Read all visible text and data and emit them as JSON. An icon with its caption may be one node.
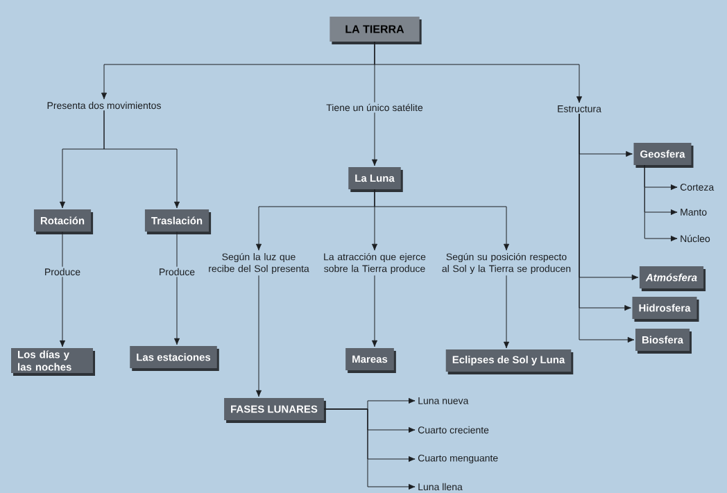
{
  "diagram": {
    "nodes": [
      {
        "text": [
          "LA TIERRA"
        ]
      },
      {
        "text": [
          "Presenta dos movimientos"
        ]
      },
      {
        "text": [
          "Tiene un único satélite"
        ]
      },
      {
        "text": [
          "Estructura"
        ]
      },
      {
        "text": [
          "La Luna"
        ]
      },
      {
        "text": [
          "Rotación"
        ]
      },
      {
        "text": [
          "Traslación"
        ]
      },
      {
        "text": [
          "Según la luz que recibe del Sol presenta"
        ]
      },
      {
        "text": [
          "La atracción que ejerce sobre la Tierra produce"
        ]
      },
      {
        "text": [
          "Según su posición respecto al Sol y la Tierra se producen"
        ]
      },
      {
        "text": [
          "Geosfera"
        ]
      },
      {
        "text": [
          "Corteza"
        ]
      },
      {
        "text": [
          "Manto"
        ]
      },
      {
        "text": [
          "Núcleo"
        ]
      },
      {
        "text": [
          "Atmósfera"
        ]
      },
      {
        "text": [
          "Hidrosfera"
        ]
      },
      {
        "text": [
          "Biosfera"
        ]
      },
      {
        "text": [
          "Produce"
        ]
      },
      {
        "text": [
          "Produce"
        ]
      },
      {
        "text": [
          "Los días y las noches"
        ]
      },
      {
        "text": [
          "Las estaciones"
        ]
      },
      {
        "text": [
          "Mareas"
        ]
      },
      {
        "text": [
          "Eclipses de Sol y Luna"
        ]
      },
      {
        "text": [
          "FASES LUNARES"
        ]
      },
      {
        "text": [
          "Luna nueva"
        ]
      },
      {
        "text": [
          "Cuarto creciente"
        ]
      },
      {
        "text": [
          "Cuarto menguante"
        ]
      },
      {
        "text": [
          "Luna llena"
        ]
      }
    ],
    "edges": [
      {
        "from": 0,
        "to": 1,
        "arrow": "to"
      },
      {
        "from": 0,
        "to": 2,
        "arrow": "none"
      },
      {
        "from": 0,
        "to": 3,
        "arrow": "to"
      },
      {
        "from": 1,
        "to": 5,
        "arrow": "to"
      },
      {
        "from": 1,
        "to": 6,
        "arrow": "to"
      },
      {
        "from": 2,
        "to": 4,
        "arrow": "to"
      },
      {
        "from": 4,
        "to": 7,
        "arrow": "to"
      },
      {
        "from": 4,
        "to": 8,
        "arrow": "to"
      },
      {
        "from": 4,
        "to": 9,
        "arrow": "to"
      },
      {
        "from": 3,
        "to": 10,
        "arrow": "to"
      },
      {
        "from": 3,
        "to": 14,
        "arrow": "to"
      },
      {
        "from": 3,
        "to": 15,
        "arrow": "to"
      },
      {
        "from": 3,
        "to": 16,
        "arrow": "to"
      },
      {
        "from": 10,
        "to": 11,
        "arrow": "to"
      },
      {
        "from": 10,
        "to": 12,
        "arrow": "to"
      },
      {
        "from": 10,
        "to": 13,
        "arrow": "to"
      },
      {
        "from": 5,
        "to": 17,
        "arrow": "none"
      },
      {
        "from": 6,
        "to": 18,
        "arrow": "none"
      },
      {
        "from": 17,
        "to": 19,
        "arrow": "to"
      },
      {
        "from": 18,
        "to": 20,
        "arrow": "to"
      },
      {
        "from": 7,
        "to": 23,
        "arrow": "to"
      },
      {
        "from": 8,
        "to": 21,
        "arrow": "to"
      },
      {
        "from": 9,
        "to": 22,
        "arrow": "to"
      },
      {
        "from": 23,
        "to": 24,
        "arrow": "to"
      },
      {
        "from": 23,
        "to": 25,
        "arrow": "to"
      },
      {
        "from": 23,
        "to": 26,
        "arrow": "to"
      },
      {
        "from": 23,
        "to": 27,
        "arrow": "to"
      }
    ]
  }
}
